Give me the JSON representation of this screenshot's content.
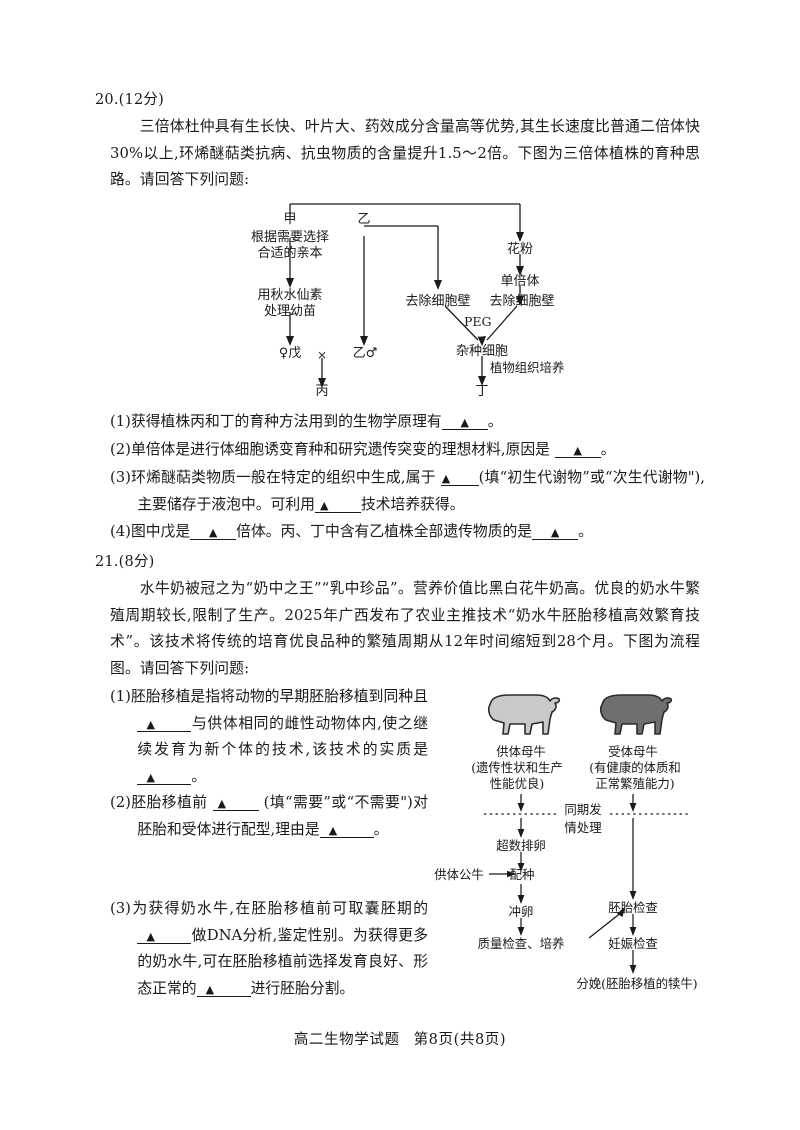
{
  "page": {
    "footer_title": "高二生物学试题",
    "footer_page": "第8页(共8页)"
  },
  "q20": {
    "number": "20.(12分)",
    "stem": "三倍体杜仲具有生长快、叶片大、药效成分含量高等优势,其生长速度比普通二倍体快30%以上,环烯醚萜类抗病、抗虫物质的含量提升1.5～2倍。下图为三倍体植株的育种思路。请回答下列问题:",
    "diagram": {
      "nodes": {
        "jia": "甲",
        "yi_top": "乙",
        "select_parent_l1": "根据需要选择",
        "select_parent_l2": "合适的亲本",
        "colchicine_l1": "用秋水仙素",
        "colchicine_l2": "处理幼苗",
        "wu": "♀戊",
        "cross": "×",
        "yi_male": "乙♂",
        "bing": "丙",
        "pollen": "花粉",
        "haploid": "单倍体",
        "remove_wall_left": "去除细胞壁",
        "remove_wall_right": "去除细胞壁",
        "peg": "PEG",
        "hybrid_cell": "杂种细胞",
        "tissue_culture": "植物组织培养",
        "ding": "丁"
      }
    },
    "sub": [
      {
        "pre": "(1)获得植株丙和丁的育种方法用到的生物学原理有",
        "blank": "▲",
        "post": "。"
      },
      {
        "pre": "(2)单倍体是进行体细胞诱变育种和研究遗传突变的理想材料,原因是",
        "blank": "▲",
        "post": "。"
      },
      {
        "pre": "(3)环烯醚萜类物质一般在特定的组织中生成,属于",
        "blank": "▲",
        "mid": "(填“初生代谢物”或“次生代谢物\"),主要储存于液泡中。可利用",
        "blank2": "▲",
        "post": "技术培养获得。"
      },
      {
        "pre": "(4)图中戊是",
        "blank": "▲",
        "mid": "倍体。丙、丁中含有乙植株全部遗传物质的是",
        "blank2": "▲",
        "post": "。"
      }
    ]
  },
  "q21": {
    "number": "21.(8分)",
    "stem": "水牛奶被冠之为“奶中之王”“乳中珍品”。营养价值比黑白花牛奶高。优良的奶水牛繁殖周期较长,限制了生产。2025年广西发布了农业主推技术“奶水牛胚胎移植高效繁育技术”。该技术将传统的培育优良品种的繁殖周期从12年时间缩短到28个月。下图为流程图。请回答下列问题:",
    "sub": [
      {
        "p1": "(1)胚胎移植是指将动物的早期胚胎移植到同种且",
        "b1": "▲",
        "p2": "与供体相同的雌性动物体内,使之继续发育为新个体的技术,该技术的实质是",
        "b2": "▲",
        "p3": "。"
      },
      {
        "p1": "(2)胚胎移植前",
        "b1": "▲",
        "p2": "(填“需要”或“不需要\")对胚胎和受体进行配型,理由是",
        "b2": "▲",
        "p3": "。"
      },
      {
        "p1": "(3)为获得奶水牛,在胚胎移植前可取囊胚期的",
        "b1": "▲",
        "p2": "做DNA分析,鉴定性别。为获得更多的奶水牛,可在胚胎移植前选择发育良好、形态正常的",
        "b2": "▲",
        "p3": "进行胚胎分割。"
      }
    ],
    "diagram": {
      "donor_cow": "供体母牛",
      "donor_note_l1": "(遗传性状和生产",
      "donor_note_l2": "性能优良)",
      "recipient_cow": "受体母牛",
      "recipient_note_l1": "(有健康的体质和",
      "recipient_note_l2": "正常繁殖能力)",
      "estrus_l1": "同期发",
      "estrus_l2": "情处理",
      "superovulation": "超数排卵",
      "donor_bull": "供体公牛",
      "mating": "配种",
      "flush_egg": "冲卵",
      "quality_check": "质量检查、培养",
      "embryo_check": "胚胎检查",
      "pregnancy_check": "妊娠检查",
      "delivery": "分娩(胚胎移植的犊牛)",
      "colors": {
        "donor_fill": "#c9c9c9",
        "recipient_fill": "#6f6f6f",
        "outline": "#2b2b2b"
      }
    }
  }
}
